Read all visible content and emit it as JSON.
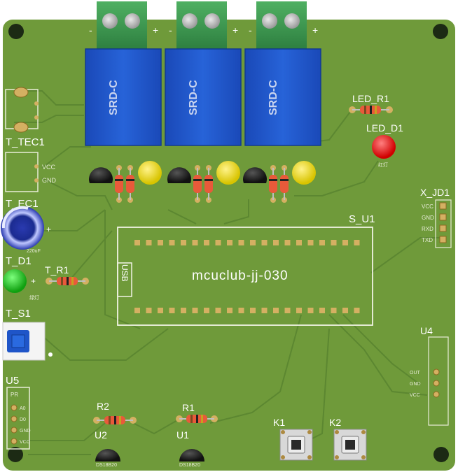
{
  "board": {
    "colors": {
      "pcb": "#6f9a3a",
      "trace": "#5f8a30",
      "relay": "#1f55c8",
      "terminal": "#3c9a52",
      "pad": "#d4b062"
    },
    "main_title": "mcuclub-jj-030"
  },
  "labels": {
    "led_r1": "LED_R1",
    "led_d1": "LED_D1",
    "t_tec1": "T_TEC1",
    "t_ec1": "T_EC1",
    "t_d1": "T_D1",
    "t_r1": "T_R1",
    "t_s1": "T_S1",
    "u5": "U5",
    "x_jd1": "X_JD1",
    "s_u1": "S_U1",
    "u4": "U4",
    "r2": "R2",
    "r1": "R1",
    "u2": "U2",
    "u1": "U1",
    "k1": "K1",
    "k2": "K2",
    "usb": "USB"
  },
  "relays": [
    {
      "label": "SRD-C",
      "minus": "-",
      "plus": "+"
    },
    {
      "label": "SRD-C",
      "minus": "-",
      "plus": "+"
    },
    {
      "label": "SRD-C",
      "minus": "-",
      "plus": "+"
    }
  ],
  "pins": {
    "x_jd1": [
      "VCC",
      "GND",
      "RXD",
      "TXD"
    ],
    "t_tec1": [
      "VCC",
      "GND"
    ],
    "u5": [
      "PR",
      "A0",
      "D0",
      "GND",
      "VCC"
    ],
    "u4": [
      "OUT",
      "GND",
      "VCC"
    ]
  },
  "tiny": {
    "u2": "DS18B20",
    "u1": "DS18B20",
    "cap": "220uF",
    "led_d1": "红灯",
    "t_d1": "绿灯"
  }
}
